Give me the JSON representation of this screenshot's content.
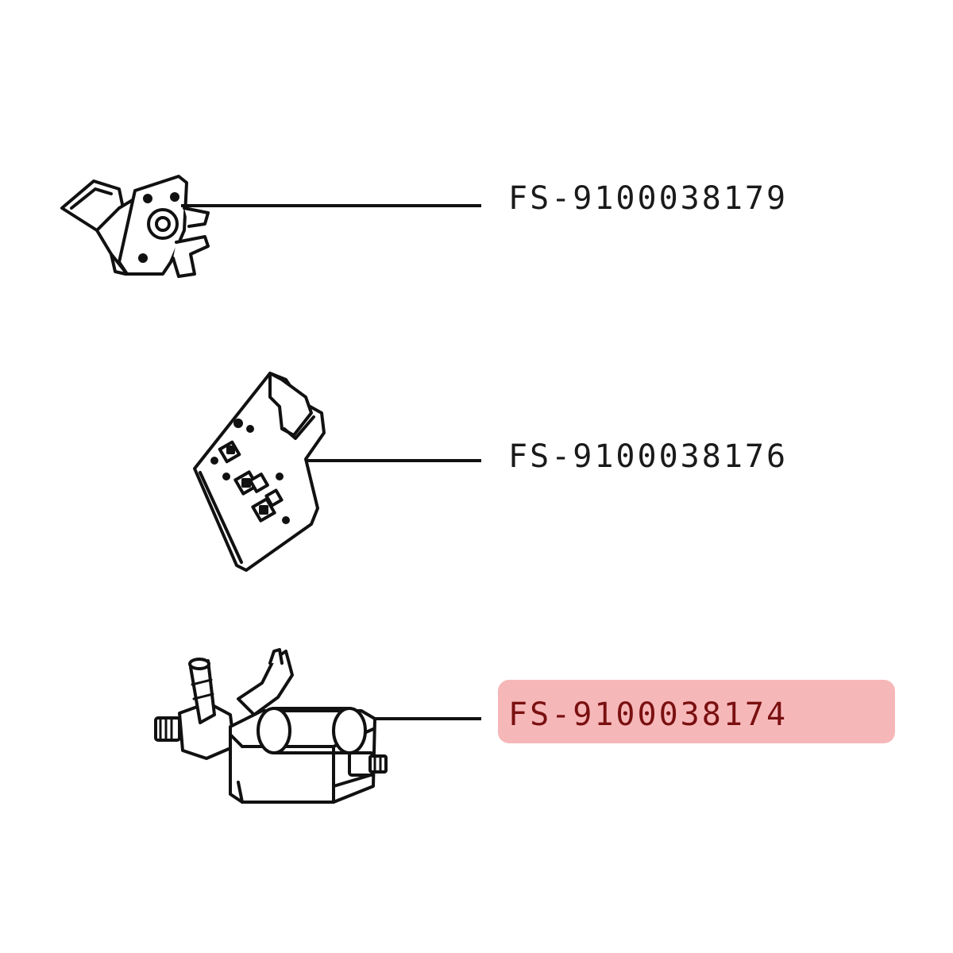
{
  "parts": [
    {
      "id": "part-1",
      "label": "FS-9100038179",
      "icon": "connector-clip-icon",
      "highlighted": false
    },
    {
      "id": "part-2",
      "label": "FS-9100038176",
      "icon": "control-board-icon",
      "highlighted": false
    },
    {
      "id": "part-3",
      "label": "FS-9100038174",
      "icon": "solenoid-pump-icon",
      "highlighted": true
    }
  ],
  "colors": {
    "highlight": "#ef7c80",
    "highlight_text": "#7a1010",
    "line": "#111111",
    "text": "#1a1a1a"
  }
}
